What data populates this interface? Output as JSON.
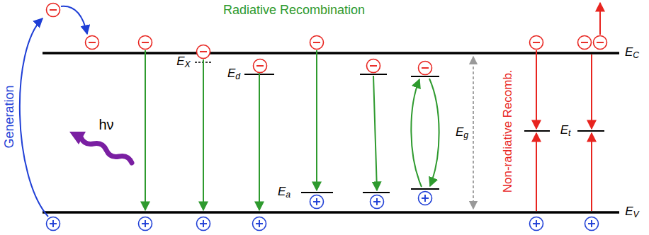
{
  "diagram": {
    "labels": [
      "Radiative Recombination",
      "Generation",
      "hν",
      "EX",
      "Ed",
      "Ea",
      "Eg",
      "Non-radiative Recomb.",
      "Et",
      "EC",
      "EV"
    ]
  }
}
